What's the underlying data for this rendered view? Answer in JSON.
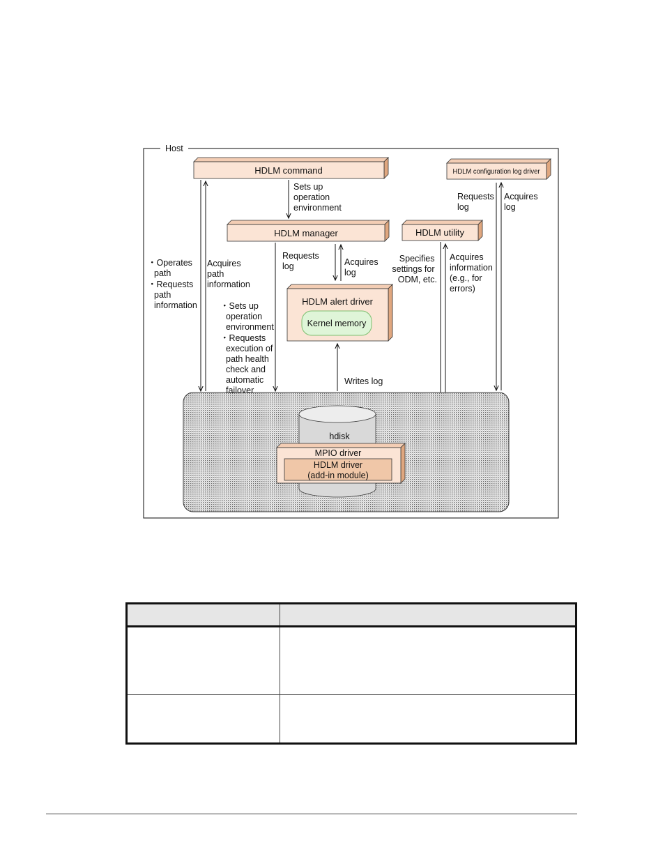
{
  "diagram": {
    "host_label": "Host",
    "hdlm_command": "HDLM command",
    "config_log_driver": "HDLM configuration log driver",
    "hdlm_manager": "HDLM manager",
    "hdlm_utility": "HDLM utility",
    "alert_driver": "HDLM alert driver",
    "kernel_memory": "Kernel memory",
    "hdisk": "hdisk",
    "mpio_driver": "MPIO driver",
    "hdlm_driver_line1": "HDLM driver",
    "hdlm_driver_line2": "(add-in module)",
    "cmd_to_mgr": [
      "Sets up",
      "operation",
      "environment"
    ],
    "cmd_left_labels": [
      "・Operates",
      "path",
      "・Requests",
      "path",
      "information"
    ],
    "cmd_acquires": [
      "Acquires",
      "path",
      "information"
    ],
    "mgr_left_labels": [
      "・Sets up",
      "operation",
      "environment",
      "・Requests",
      "execution of",
      "path health",
      "check and",
      "automatic",
      "failover"
    ],
    "mgr_requests_log": [
      "Requests",
      "log"
    ],
    "mgr_acquires_log": [
      "Acquires",
      "log"
    ],
    "writes_log": "Writes log",
    "util_specifies": [
      "Specifies",
      "settings for",
      "ODM, etc."
    ],
    "util_acquires": [
      "Acquires",
      "information",
      "(e.g., for",
      "errors)"
    ],
    "cfg_requests_log": [
      "Requests",
      "log"
    ],
    "cfg_acquires_log": [
      "Acquires",
      "log"
    ]
  },
  "colors": {
    "box_fill": "#fbe4d5",
    "box_side": "#e0a77f",
    "box_top": "#f3cdb4",
    "kernel_fill": "#dff5d8",
    "kernel_border": "#7dc070",
    "cylinder": "#d9d9d9"
  },
  "table": {
    "headers": [
      "",
      ""
    ],
    "rows": [
      [
        "",
        ""
      ],
      [
        "",
        ""
      ]
    ]
  }
}
